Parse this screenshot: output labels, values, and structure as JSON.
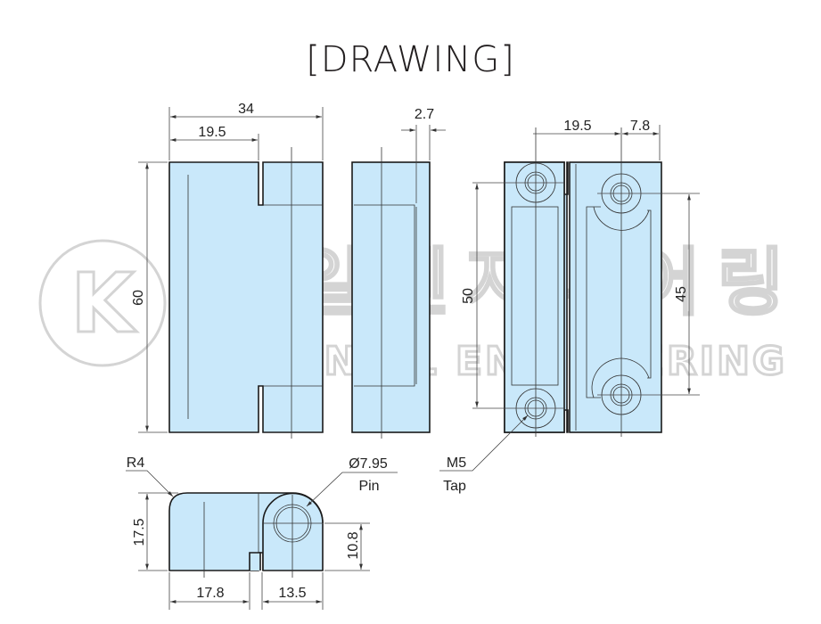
{
  "title": "[DRAWING]",
  "watermark": {
    "korean": "광일엔지니어링",
    "english": "KWANGIL ENGINEERING",
    "logo_letter": "K"
  },
  "colors": {
    "part_fill": "#c9e8fa",
    "outline": "#1a1a1a"
  },
  "dimensions": {
    "front_width": "34",
    "front_notch": "19.5",
    "front_height": "60",
    "side_thickness": "2.7",
    "right_offset": "19.5",
    "right_offset2": "7.8",
    "left_hole_pitch": "50",
    "right_hole_pitch": "45",
    "radius": "R4",
    "pin_dia": "Ø7.95",
    "pin_label": "Pin",
    "tap_size": "M5",
    "tap_label": "Tap",
    "bottom_height": "17.5",
    "pin_height": "10.8",
    "bottom_left": "17.8",
    "bottom_right": "13.5"
  }
}
